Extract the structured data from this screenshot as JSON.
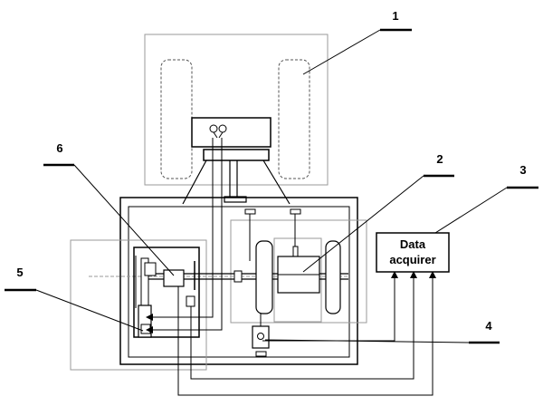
{
  "labels": {
    "n1": "1",
    "n2": "2",
    "n3": "3",
    "n4": "4",
    "n5": "5",
    "n6": "6"
  },
  "data_acquirer": {
    "line1": "Data",
    "line2": "acquirer"
  },
  "colors": {
    "outline": "#000000",
    "light_outline": "#9a9a9a",
    "background": "#ffffff"
  }
}
